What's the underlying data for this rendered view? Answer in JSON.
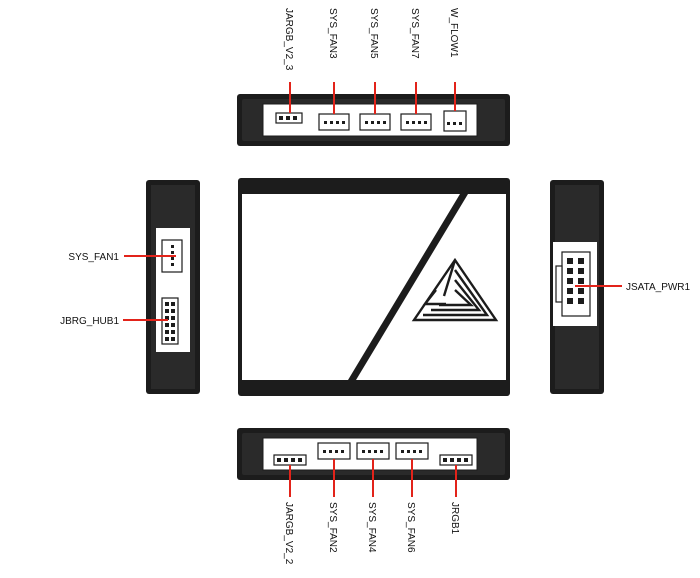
{
  "colors": {
    "body": "#1c1c1c",
    "lead_line": "#e2231a",
    "background": "#ffffff"
  },
  "top_view": {
    "labels": [
      "JARGB_V2_3",
      "SYS_FAN3",
      "SYS_FAN5",
      "SYS_FAN7",
      "W_FLOW1"
    ]
  },
  "bottom_view": {
    "labels": [
      "JARGB_V2_2",
      "SYS_FAN2",
      "SYS_FAN4",
      "SYS_FAN6",
      "JRGB1"
    ]
  },
  "left_view": {
    "labels": [
      "SYS_FAN1",
      "JBRG_HUB1"
    ]
  },
  "right_view": {
    "labels": [
      "JSATA_PWR1"
    ]
  },
  "icons": {
    "logo": "triangle-maze-logo-icon"
  }
}
